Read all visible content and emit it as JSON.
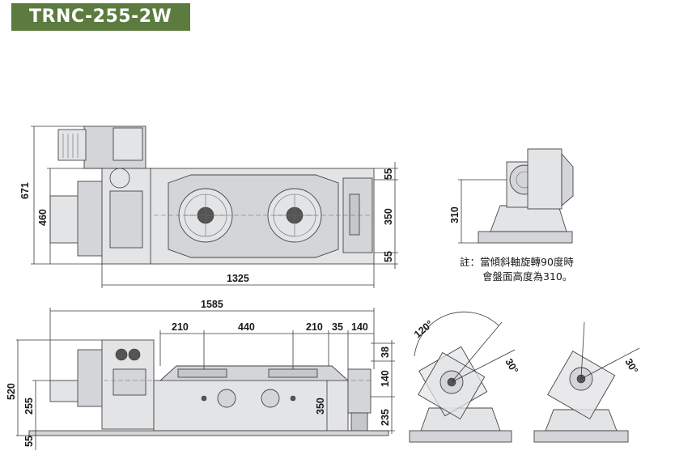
{
  "title": "TRNC-255-2W",
  "top_view": {
    "dims": {
      "overall_height": "671",
      "body_height": "460",
      "length": "1325",
      "top_offset": "55",
      "table_span": "350",
      "bottom_offset": "55"
    }
  },
  "side_view": {
    "dims": {
      "height_label": "310"
    }
  },
  "note": {
    "line1": "註：當傾斜軸旋轉90度時",
    "line2": "會盤面高度為310。"
  },
  "front_view": {
    "dims": {
      "overall_length": "1585",
      "seg_a": "210",
      "seg_b": "440",
      "seg_c": "210",
      "seg_d": "35",
      "seg_e": "140",
      "overall_height": "520",
      "axis_height": "255",
      "base_height": "55",
      "center_350": "350",
      "r_38": "38",
      "r_140": "140",
      "r_235": "235"
    }
  },
  "rotation_views": {
    "angle_a": "120°",
    "angle_b": "30°",
    "angle_c": "30°"
  }
}
